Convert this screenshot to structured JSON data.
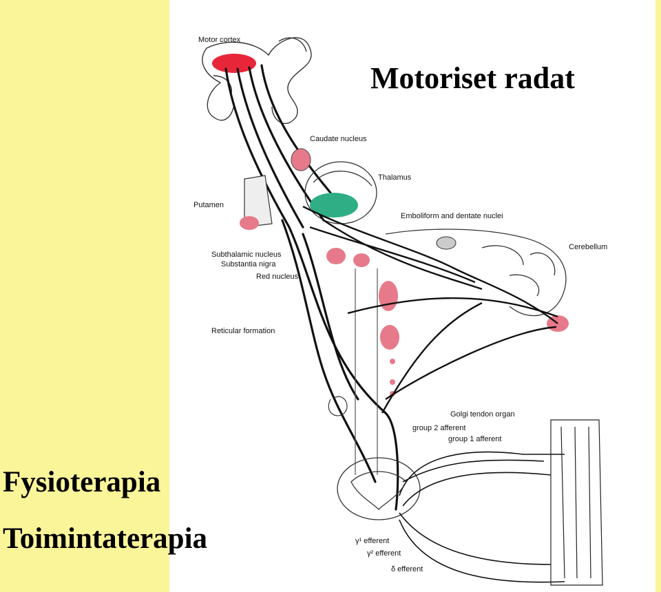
{
  "title": "Motoriset radat",
  "side_labels": [
    "Fysioterapia",
    "Toimintaterapia"
  ],
  "colors": {
    "background": "#ffffff",
    "side_band": "#fbf59a",
    "nucleus_red": "#e8263a",
    "nucleus_pink": "#e77a8a",
    "thalamus_green": "#2fae86"
  },
  "labels": {
    "motor_cortex": "Motor cortex",
    "caudate_nucleus": "Caudate nucleus",
    "thalamus": "Thalamus",
    "putamen": "Putamen",
    "emboliform": "Emboliform and dentate nuclei",
    "cerebellum": "Cerebellum",
    "subthalamic": "Subthalamic nucleus",
    "substantia_nigra": "Substantia nigra",
    "red_nucleus": "Red nucleus",
    "reticular": "Reticular formation",
    "golgi": "Golgi tendon organ",
    "group2": "group 2 afferent",
    "group1": "group 1 afferent",
    "gamma1": "γ¹ efferent",
    "gamma2": "γ² efferent",
    "delta": "δ efferent"
  }
}
